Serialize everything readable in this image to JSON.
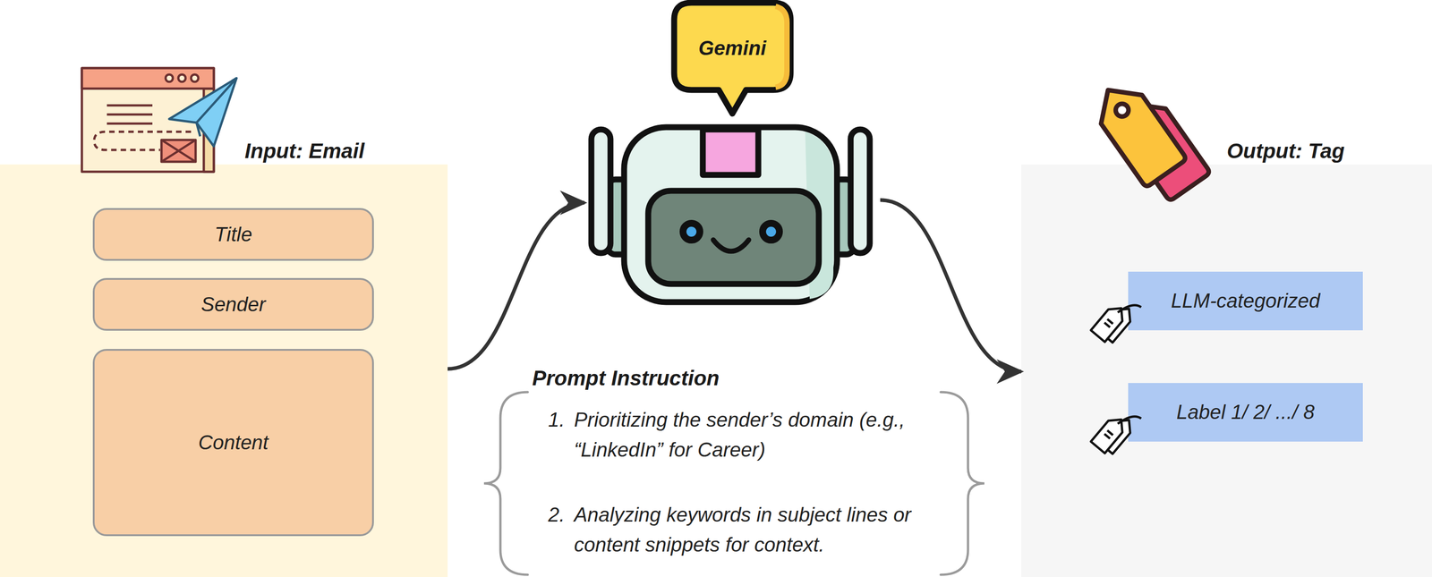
{
  "diagram": {
    "nodes": [
      {
        "text": [
          "Input: Email"
        ]
      },
      {
        "text": [
          "Title"
        ],
        "in": 0
      },
      {
        "text": [
          "Sender"
        ],
        "in": 0
      },
      {
        "text": [
          "Content"
        ],
        "in": 0
      },
      {
        "text": [
          "Gemini"
        ]
      },
      {
        "text": [
          "Output: Tag"
        ]
      },
      {
        "text": [
          "LLM-categorized"
        ],
        "in": 5
      },
      {
        "text": [
          "Label 1/ 2/ .../ 8"
        ],
        "in": 5
      }
    ],
    "edges": [
      {
        "from": 0,
        "to": 4,
        "arrow": "to"
      },
      {
        "from": 4,
        "to": 5,
        "arrow": "to"
      }
    ],
    "labels": [
      "Prompt Instruction",
      "1.",
      "Prioritizing the sender’s domain (e.g., “LinkedIn” for Career)",
      "2.",
      "Analyzing keywords in subject lines or content snippets for context."
    ]
  }
}
